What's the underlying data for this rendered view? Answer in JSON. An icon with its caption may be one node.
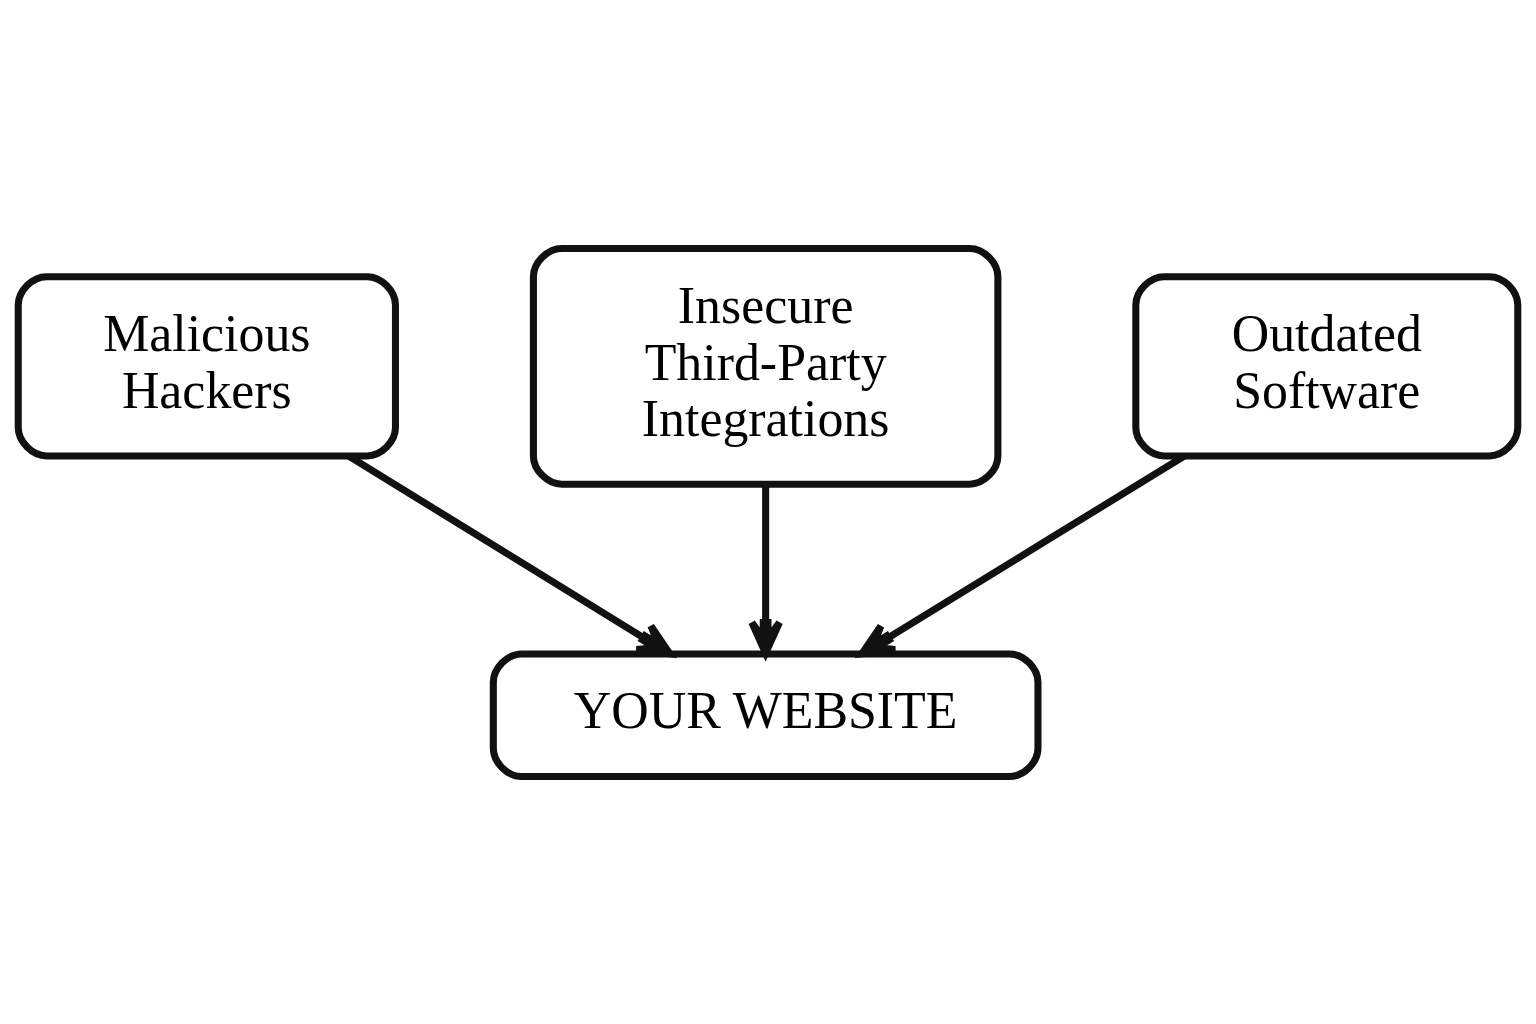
{
  "diagram": {
    "nodes": [
      {
        "text": [
          "Malicious Hackers"
        ]
      },
      {
        "text": [
          "Insecure Third-Party Integrations"
        ]
      },
      {
        "text": [
          "Outdated Software"
        ]
      },
      {
        "text": [
          "YOUR WEBSITE"
        ]
      }
    ],
    "edges": [
      {
        "from": 0,
        "to": 3,
        "arrow": "to"
      },
      {
        "from": 1,
        "to": 3,
        "arrow": "to"
      },
      {
        "from": 2,
        "to": 3,
        "arrow": "to"
      }
    ]
  }
}
